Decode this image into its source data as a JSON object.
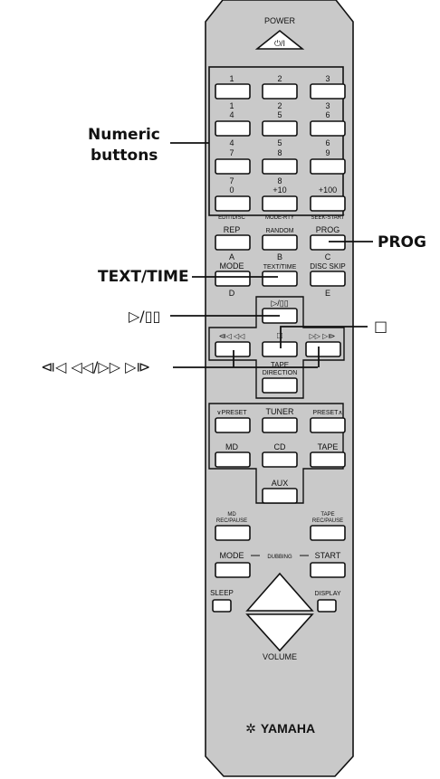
{
  "callouts": {
    "numeric_line1": "Numeric",
    "numeric_line2": "buttons",
    "prog": "PROG",
    "text_time": "TEXT/TIME",
    "play_pause": "▷/▯▯",
    "stop": "□",
    "skip_search": "⧏◁  ◁◁/▷▷  ▷⧐"
  },
  "remote": {
    "power": "POWER",
    "power_symbol": "⏻/I",
    "numbers": [
      "1",
      "2",
      "3",
      "4",
      "5",
      "6",
      "7",
      "8",
      "9",
      "0",
      "+10",
      "+100"
    ],
    "sub_numbers": [
      "1",
      "2",
      "3",
      "4",
      "5",
      "6",
      "7",
      "8"
    ],
    "row_labels_bottom": [
      "EDIT/DISC",
      "MODE-RTY",
      "SEEK-START"
    ],
    "rep": "REP",
    "random": "RANDOM",
    "prog": "PROG",
    "letter_a": "A",
    "letter_b": "B",
    "letter_c": "C",
    "letter_d": "D",
    "letter_e": "E",
    "mode": "MODE",
    "text_time": "TEXT/TIME",
    "disc_skip": "DISC SKIP",
    "play_label": "▷/▯▯",
    "stop_label": "□",
    "skip_left": "⧏◁ ◁◁",
    "skip_right": "▷▷ ▷⧐",
    "tape": "TAPE",
    "direction": "DIRECTION",
    "preset_down": "∨PRESET",
    "tuner": "TUNER",
    "preset_up": "PRESET∧",
    "md": "MD",
    "cd": "CD",
    "tape_src": "TAPE",
    "aux": "AUX",
    "md_rec_1": "MD",
    "md_rec_2": "REC/PAUSE",
    "tape_rec_1": "TAPE",
    "tape_rec_2": "REC/PAUSE",
    "mode2": "MODE",
    "dubbing": "DUBBING",
    "start": "START",
    "sleep": "SLEEP",
    "display": "DISPLAY",
    "volume": "VOLUME",
    "brand": "YAMAHA",
    "brand_symbol": "✲"
  }
}
